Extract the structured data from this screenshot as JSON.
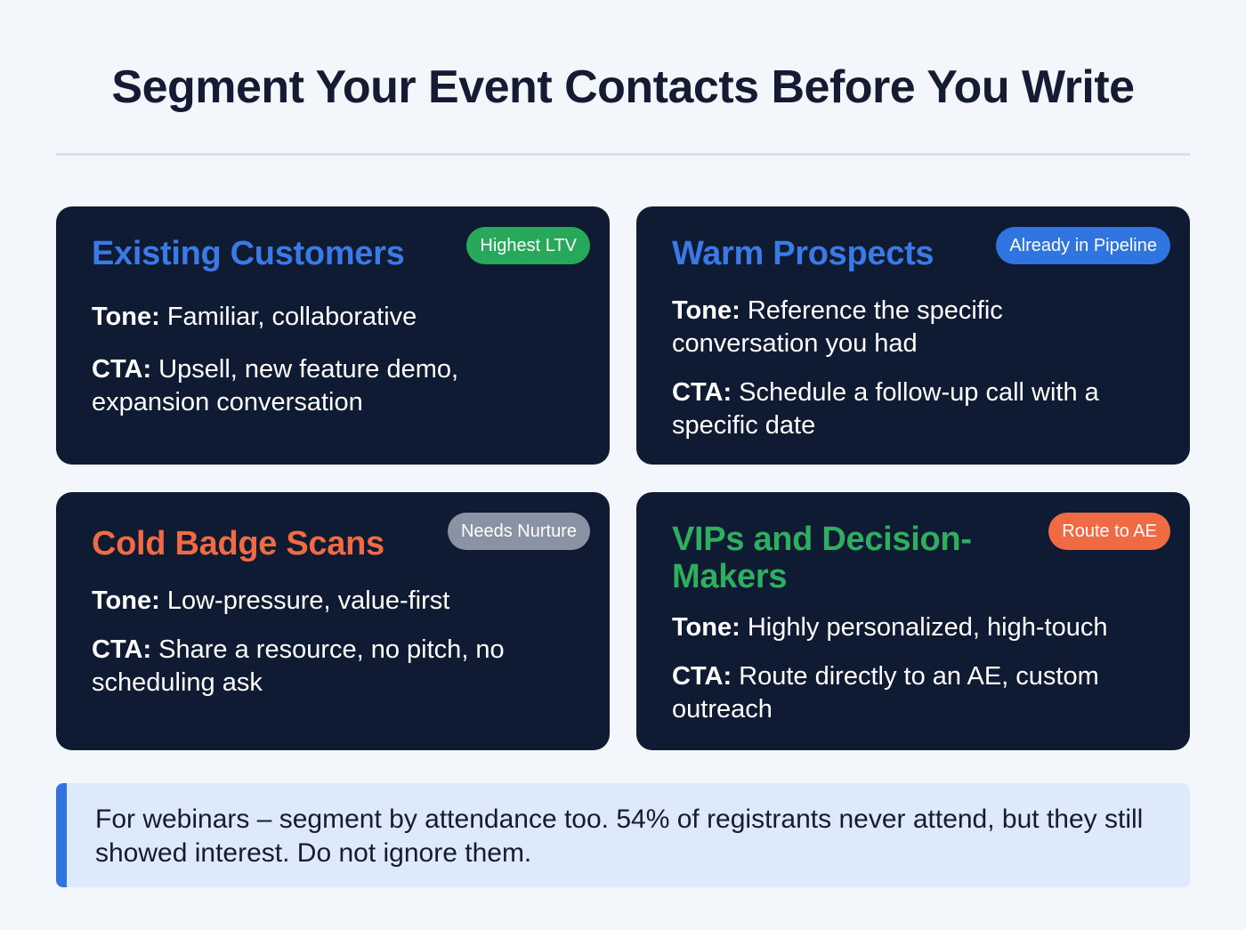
{
  "page": {
    "title": "Segment Your Event Contacts Before You Write"
  },
  "colors": {
    "background": "#f3f6fa",
    "card_bg": "#0f1a33",
    "title": "#141b33",
    "blue": "#2f74e0",
    "green": "#27a85a",
    "orange": "#f06a44",
    "gray_badge": "#8a93a3",
    "note_bg": "#dceafb"
  },
  "segments": [
    {
      "heading": "Existing Customers",
      "heading_color": "#3b7ae6",
      "badge": "Highest LTV",
      "badge_color": "#27a85a",
      "tone_label": "Tone:",
      "tone": "Familiar, collaborative",
      "cta_label": "CTA:",
      "cta": "Upsell, new feature demo, expansion conversation"
    },
    {
      "heading": "Warm Prospects",
      "heading_color": "#3b7ae6",
      "badge": "Already in Pipeline",
      "badge_color": "#2f74e0",
      "tone_label": "Tone:",
      "tone": "Reference the specific conversation you had",
      "cta_label": "CTA:",
      "cta": "Schedule a follow-up call with a specific date"
    },
    {
      "heading": "Cold Badge Scans",
      "heading_color": "#f06a44",
      "badge": "Needs Nurture",
      "badge_color": "#8a93a3",
      "tone_label": "Tone:",
      "tone": "Low-pressure, value-first",
      "cta_label": "CTA:",
      "cta": "Share a resource, no pitch, no scheduling ask"
    },
    {
      "heading": "VIPs and Decision-Makers",
      "heading_color": "#2fae5e",
      "badge": "Route to AE",
      "badge_color": "#f06a44",
      "tone_label": "Tone:",
      "tone": "Highly personalized, high-touch",
      "cta_label": "CTA:",
      "cta": "Route directly to an AE, custom outreach"
    }
  ],
  "note": {
    "text": "For webinars – segment by attendance too. 54% of registrants never attend, but they still showed interest. Do not ignore them."
  }
}
